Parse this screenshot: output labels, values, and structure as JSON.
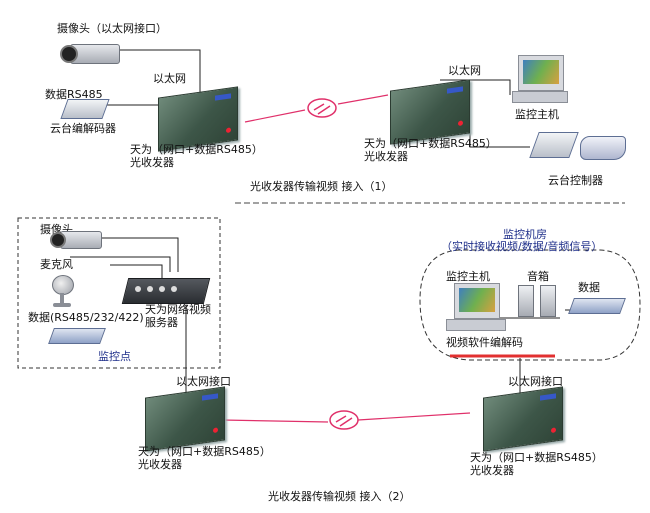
{
  "top": {
    "camera_label": "摄像头（以太网接口）",
    "ethernet_label_left": "以太网",
    "data_rs485_label": "数据RS485",
    "ptz_decoder_label": "云台编解码器",
    "left_converter_label_1": "天为（网口+数据RS485）",
    "left_converter_label_2": "光收发器",
    "ethernet_label_right": "以太网",
    "monitor_host_label": "监控主机",
    "right_converter_label_1": "天为（网口+数据RS485）",
    "right_converter_label_2": "光收发器",
    "ptz_controller_label": "云台控制器",
    "caption": "光收发器传输视频 接入（1）"
  },
  "bottom": {
    "camera_label": "摄像头",
    "mic_label": "麦克风",
    "data_label": "数据(RS485/232/422)",
    "monitor_point_label": "监控点",
    "video_server_label_1": "天为网络视频",
    "video_server_label_2": "服务器",
    "ethernet_left": "以太网接口",
    "left_converter_label_1": "天为（网口+数据RS485）",
    "left_converter_label_2": "光收发器",
    "room_title": "监控机房",
    "room_subtitle": "（实时接收视频/数据/音频信号）",
    "room_host_label": "监控主机",
    "speaker_label": "音箱",
    "room_data_label": "数据",
    "software_label": "视频软件编解码",
    "ethernet_right": "以太网接口",
    "right_converter_label_1": "天为（网口+数据RS485）",
    "right_converter_label_2": "光收发器",
    "caption": "光收发器传输视频 接入（2）"
  },
  "colors": {
    "fiber": "#e0306a",
    "wire": "#222222",
    "label_blue": "#1f2f8a"
  }
}
